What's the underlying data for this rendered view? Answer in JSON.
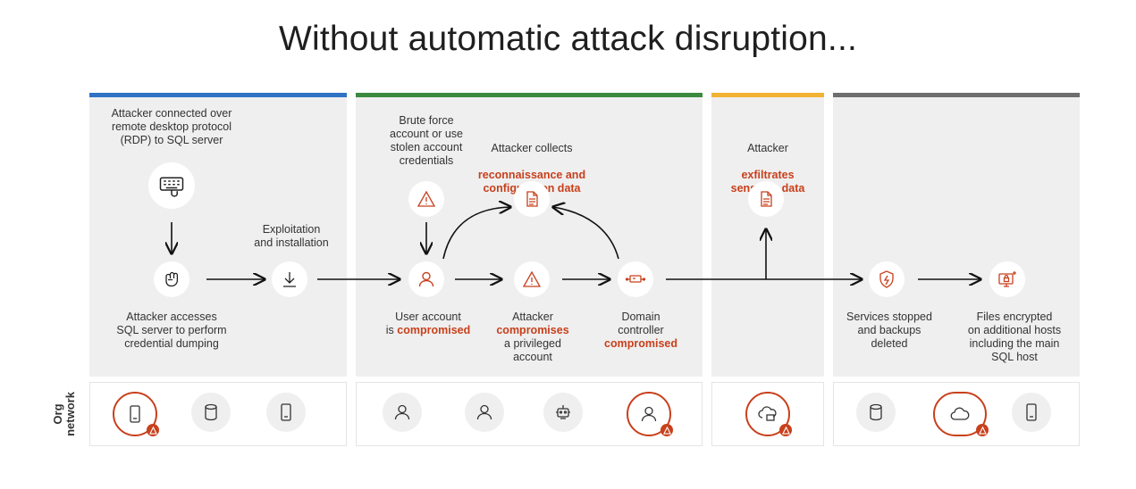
{
  "title": "Without automatic attack disruption...",
  "colors": {
    "phase1": "#2f72c4",
    "phase2": "#3b8a3e",
    "phase3": "#f2b233",
    "phase4": "#6e6e6e",
    "accent": "#c8401c"
  },
  "org_network_label": "Org\nnetwork",
  "steps": {
    "rdp": "Attacker connected over\nremote desktop protocol\n(RDP) to SQL server",
    "credential_dumping": "Attacker accesses\nSQL server to perform\ncredential dumping",
    "exploitation": "Exploitation\nand installation",
    "brute_force": "Brute force\naccount or use\nstolen account\ncredentials",
    "recon_pre": "Attacker collects",
    "recon_hl": "reconnaissance and\nconfiguration data",
    "user_pre": "User account\nis ",
    "user_hl": "compromised",
    "priv_pre": "Attacker\n",
    "priv_hl": "compromises",
    "priv_post": "\na privileged\naccount",
    "dc_pre": "Domain\ncontroller\n",
    "dc_hl": "compromised",
    "exfil_pre": "Attacker",
    "exfil_hl": "exfiltrates\nsensitive data",
    "services": "Services stopped\nand backups\ndeleted",
    "files": "Files encrypted\non additional hosts\nincluding the main\nSQL host"
  },
  "icons": {
    "keyboard": "keyboard-hand-icon",
    "fist": "fist-icon",
    "download": "download-arrow-icon",
    "warning": "warning-triangle-icon",
    "document": "document-icon",
    "user": "user-icon",
    "server": "server-icon",
    "shield": "shield-icon",
    "lock": "lock-screen-icon",
    "database": "database-icon",
    "robot": "robot-icon",
    "cloud": "cloud-icon",
    "cloud_monitor": "cloud-monitor-icon"
  }
}
